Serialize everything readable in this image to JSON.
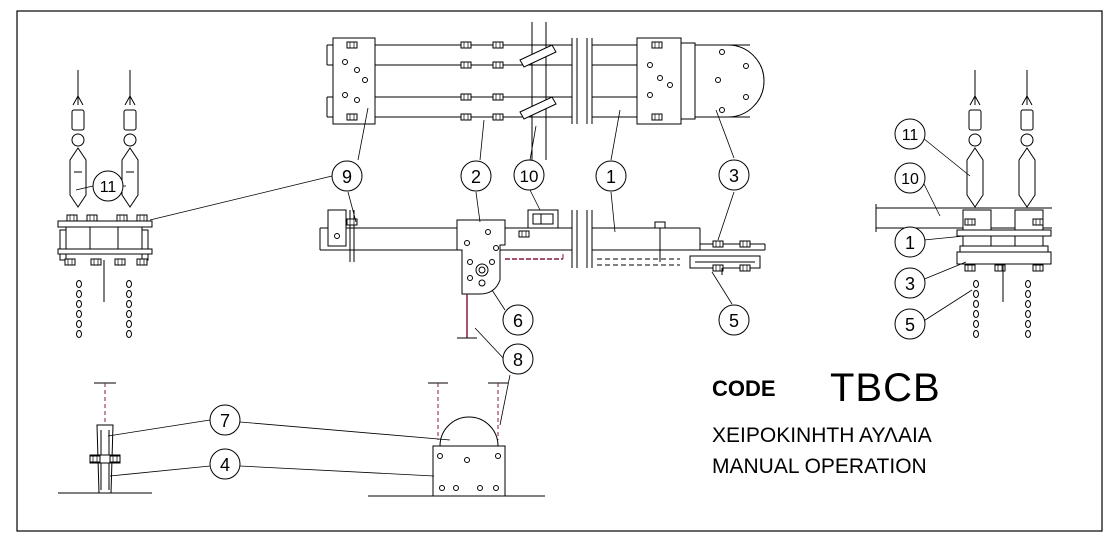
{
  "title_block": {
    "code_label": "CODE",
    "code_value": "TBCB",
    "line_greek": "ΧΕΙΡΟΚΙΝΗΤΗ ΑΥΛΑΙΑ",
    "line_english": "MANUAL OPERATION"
  },
  "callouts": {
    "c1": "1",
    "c2": "2",
    "c3": "3",
    "c4": "4",
    "c5": "5",
    "c6": "6",
    "c7": "7",
    "c8": "8",
    "c9": "9",
    "c10": "10",
    "c11": "11"
  },
  "colors": {
    "line": "#000000",
    "accent": "#8b1a3a"
  }
}
